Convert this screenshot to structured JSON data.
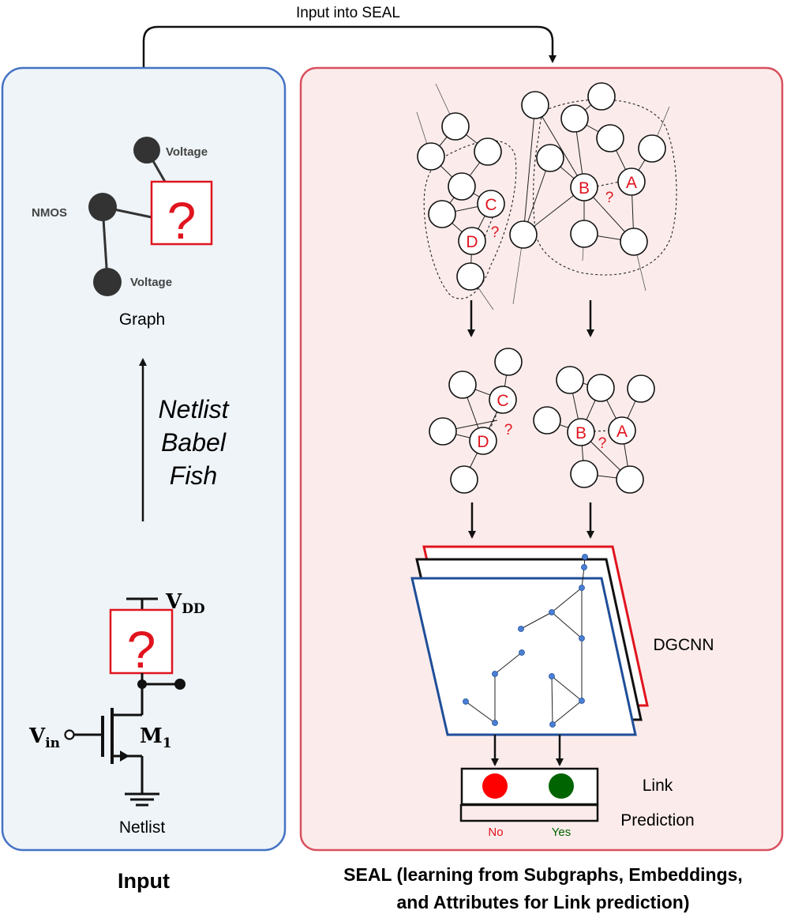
{
  "top_label": "Input into SEAL",
  "left_panel": {
    "graph_nodes": {
      "voltage_top": "Voltage",
      "nmos": "NMOS",
      "voltage_bottom": "Voltage"
    },
    "unknown_mark": "?",
    "graph_label": "Graph",
    "transform_label": [
      "Netlist",
      "Babel",
      "Fish"
    ],
    "netlist_label": "Netlist",
    "vdd": {
      "main": "V",
      "sub": "DD"
    },
    "vin": {
      "main": "V",
      "sub": "in"
    },
    "m1": {
      "main": "M",
      "sub": "1"
    },
    "caption": "Input"
  },
  "right_panel": {
    "node_labels": {
      "a": "A",
      "b": "B",
      "c": "C",
      "d": "D",
      "q": "?"
    },
    "dgcnn_label": "DGCNN",
    "prediction_label": [
      "Link",
      "Prediction"
    ],
    "outputs": [
      {
        "label": "No",
        "color": "#ff0000"
      },
      {
        "label": "Yes",
        "color": "#006400"
      }
    ],
    "caption": [
      "SEAL (learning from Subgraphs, Embeddings,",
      "and Attributes for Link prediction)"
    ]
  },
  "colors": {
    "left_border": "#4472c4",
    "left_fill": "#eef4f8",
    "right_border": "#d9505e",
    "right_fill": "#fbeceb",
    "accent_red": "#e0141e",
    "layer_blue": "#1f4e99",
    "dot_blue": "#4a7fd4"
  }
}
